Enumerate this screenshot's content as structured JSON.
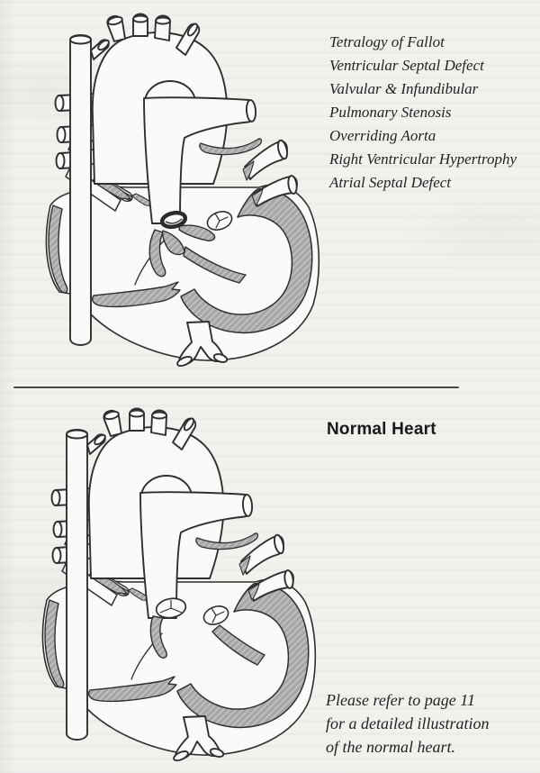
{
  "tetralogy_figure": {
    "diagram_icon": "tetralogy-of-fallot-heart-diagram",
    "labels": [
      "Tetralogy of Fallot",
      "Ventricular Septal Defect",
      "Valvular & Infundibular",
      "Pulmonary Stenosis",
      "Overriding Aorta",
      "Right Ventricular Hypertrophy",
      "Atrial Septal Defect"
    ]
  },
  "normal_figure": {
    "diagram_icon": "normal-heart-diagram",
    "heading": "Normal Heart",
    "note_lines": [
      "Please refer to page 11",
      "for a detailed illustration",
      "of the normal heart."
    ]
  },
  "colors": {
    "ink": "#2f2f2f",
    "shading_gray": "#a6a6a6",
    "paper": "#f2f1ee"
  }
}
